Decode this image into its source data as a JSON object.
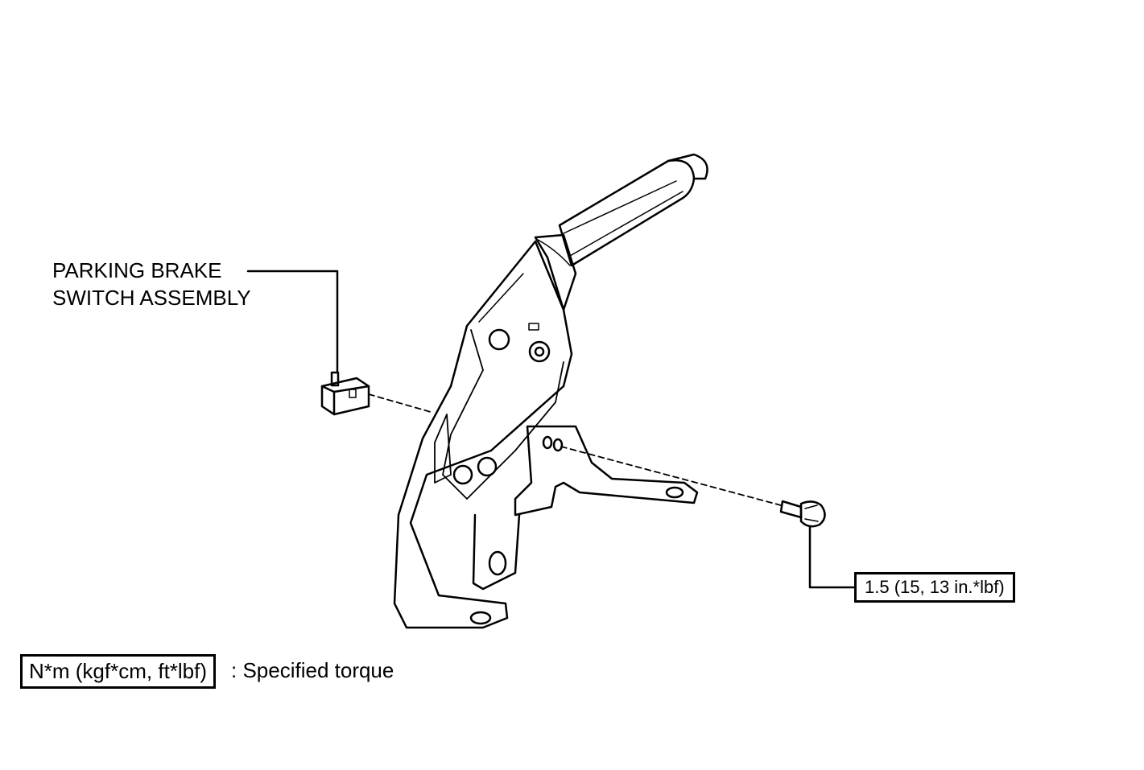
{
  "labels": {
    "switch_line1": "PARKING BRAKE",
    "switch_line2": "SWITCH ASSEMBLY",
    "bolt_torque": "1.5 (15, 13 in.*lbf)"
  },
  "legend": {
    "unit": "N*m (kgf*cm, ft*lbf)",
    "description": ": Specified torque"
  }
}
